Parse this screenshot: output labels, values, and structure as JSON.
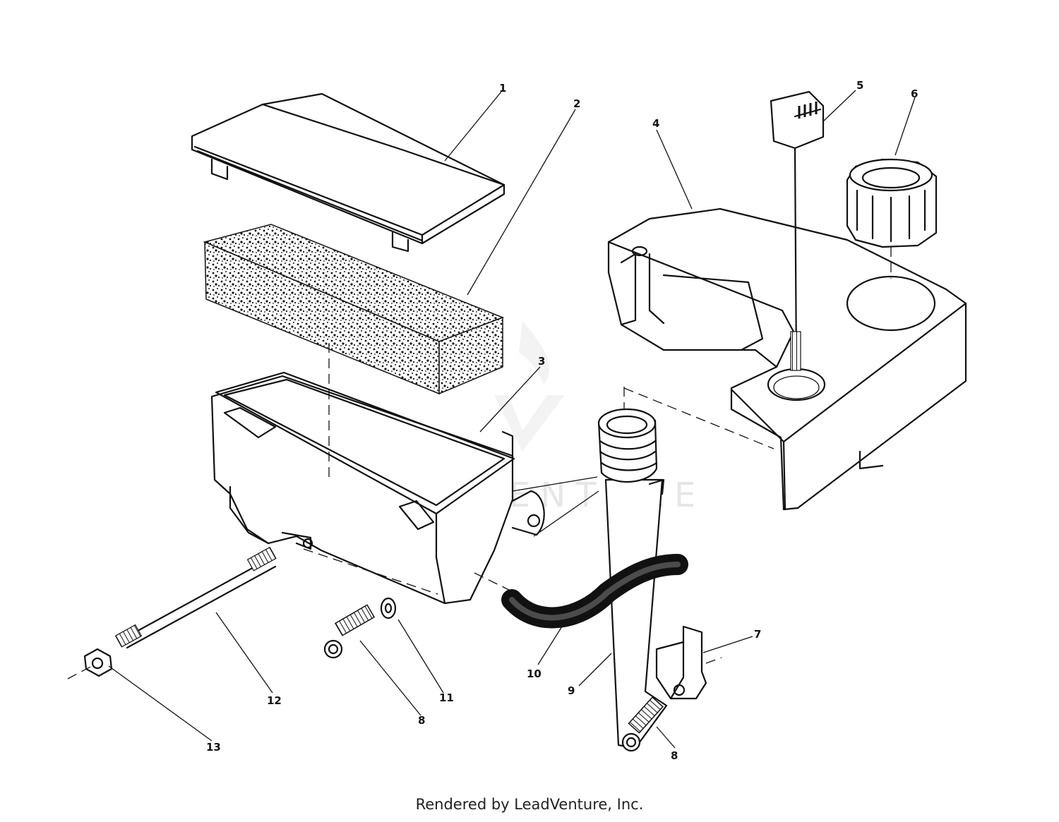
{
  "diagram": {
    "callouts": [
      "1",
      "2",
      "3",
      "4",
      "5",
      "6",
      "7",
      "8",
      "8",
      "9",
      "10",
      "11",
      "12",
      "13"
    ]
  },
  "watermark": {
    "text": "LEADVENTURE"
  },
  "footer": {
    "text": "Rendered by LeadVenture, Inc."
  }
}
